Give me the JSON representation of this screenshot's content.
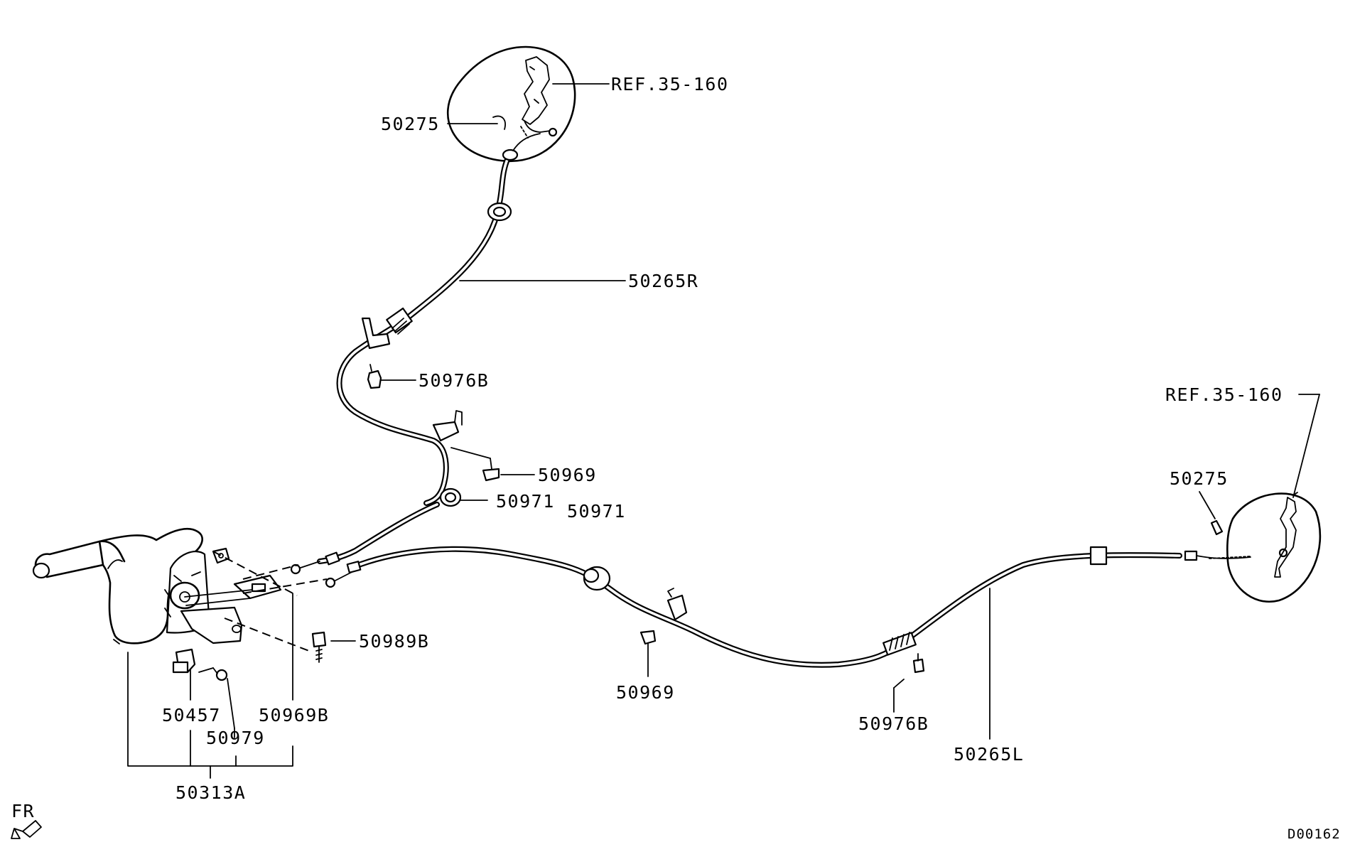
{
  "diagram": {
    "labels": {
      "ref_upper": "REF.35-160",
      "clip_upper": "50275",
      "cable_right": "50265R",
      "bolt_upper": "50976B",
      "clip_grommet_upper": "50969",
      "grommet_upper": "50971",
      "grommet_lower": "50971",
      "bolt_lever": "50989B",
      "clip_lower": "50969",
      "bolt_lower": "50976B",
      "cable_left": "50265L",
      "ref_lower": "REF.35-160",
      "clip_lower_right": "50275",
      "switch": "50457",
      "screw": "50979",
      "nut_lever": "50969B",
      "lever_assembly": "50313A",
      "front_indicator": "FR",
      "drawing_code": "D00162"
    }
  }
}
